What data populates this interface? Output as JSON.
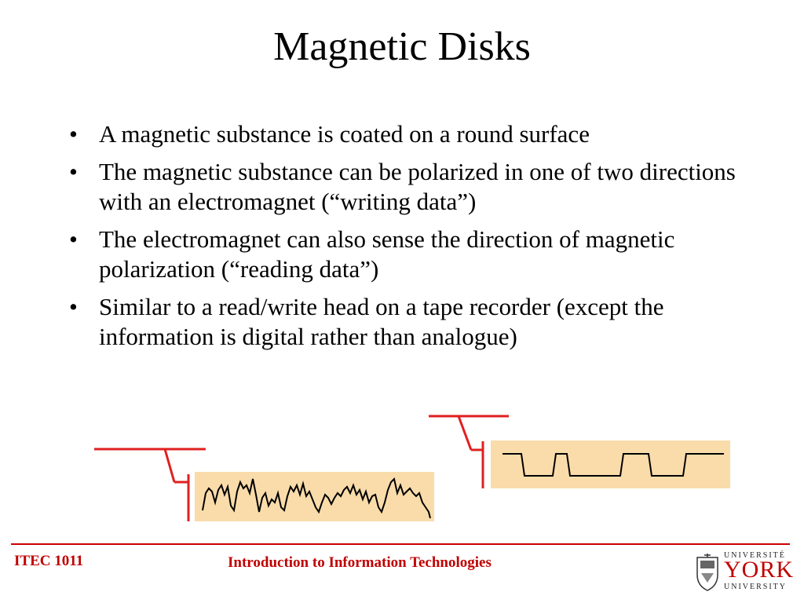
{
  "slide": {
    "title": "Magnetic Disks",
    "bullets": [
      "A magnetic substance is coated on a round surface",
      "The magnetic substance can be polarized in one of two directions with an electromagnet (“writing data”)",
      "The electromagnet can also sense the direction of magnetic polarization (“reading data”)",
      "Similar to a read/write head on a tape recorder (except the information is digital rather than analogue)"
    ],
    "bullet_char": "•"
  },
  "diagram": {
    "panel_color": "#f9dcaa",
    "head_color": "#e02020",
    "signal_color": "#000000",
    "analog_signal_icon": "analog-waveform",
    "digital_signal_icon": "digital-square-wave"
  },
  "footer": {
    "course_code": "ITEC 1011",
    "course_title": "Introduction to Information Technologies",
    "rule_color": "#cc0000",
    "text_color": "#c00000"
  },
  "logo": {
    "line1": "UNIVERSITÉ",
    "line2": "YORK",
    "line3": "UNIVERSITY"
  }
}
